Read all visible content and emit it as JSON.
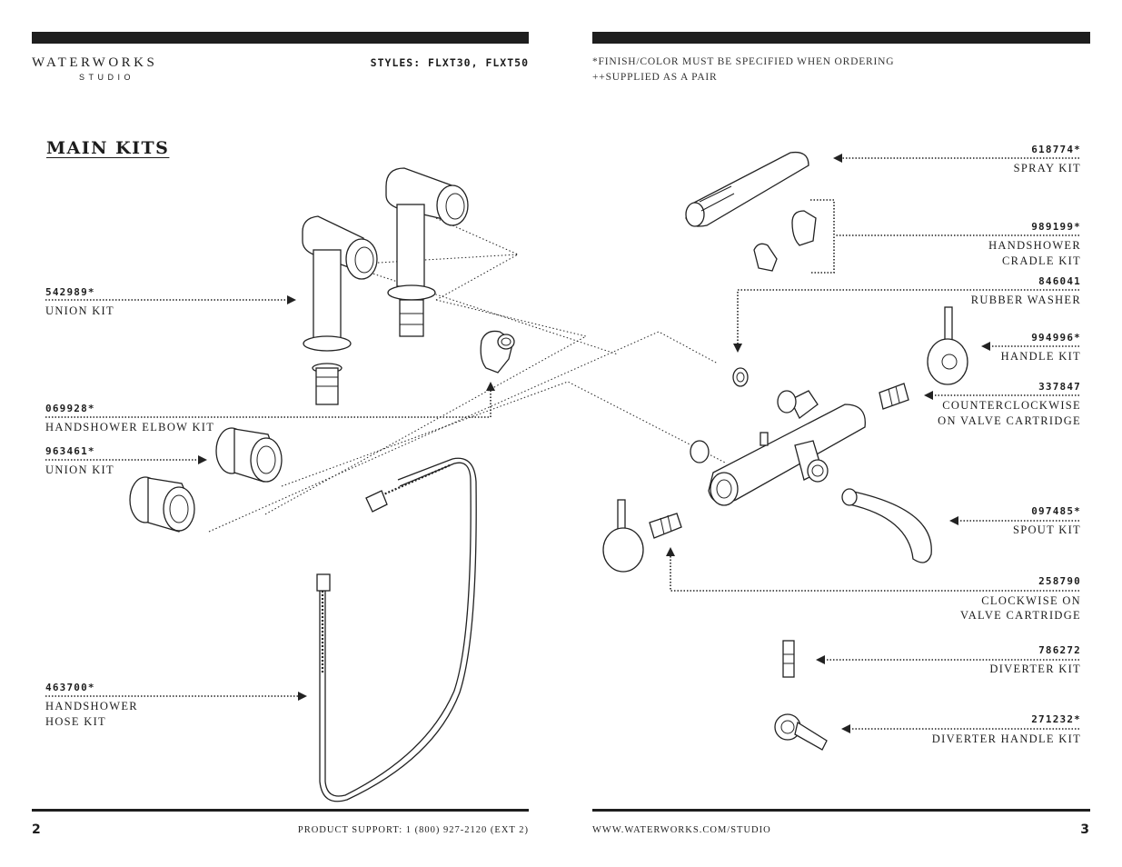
{
  "header": {
    "brand_name": "WATERWORKS",
    "brand_sub": "STUDIO",
    "styles": "STYLES: FLXT30, FLXT50",
    "notes": [
      "*FINISH/COLOR MUST BE SPECIFIED WHEN ORDERING",
      "++SUPPLIED AS A PAIR"
    ]
  },
  "section_title": "MAIN KITS",
  "left_parts": [
    {
      "code": "542989*",
      "label": [
        "UNION KIT"
      ]
    },
    {
      "code": "069928*",
      "label": [
        "HANDSHOWER ELBOW KIT"
      ]
    },
    {
      "code": "963461*",
      "label": [
        "UNION KIT"
      ]
    },
    {
      "code": "463700*",
      "label": [
        "HANDSHOWER",
        "HOSE KIT"
      ]
    }
  ],
  "right_parts": [
    {
      "code": "618774*",
      "label": [
        "SPRAY KIT"
      ]
    },
    {
      "code": "989199*",
      "label": [
        "HANDSHOWER",
        "CRADLE KIT"
      ]
    },
    {
      "code": "846041",
      "label": [
        "RUBBER WASHER"
      ]
    },
    {
      "code": "994996*",
      "label": [
        "HANDLE KIT"
      ]
    },
    {
      "code": "337847",
      "label": [
        "COUNTERCLOCKWISE",
        "ON VALVE CARTRIDGE"
      ]
    },
    {
      "code": "097485*",
      "label": [
        "SPOUT KIT"
      ]
    },
    {
      "code": "258790",
      "label": [
        "CLOCKWISE ON",
        "VALVE CARTRIDGE"
      ]
    },
    {
      "code": "786272",
      "label": [
        "DIVERTER KIT"
      ]
    },
    {
      "code": "271232*",
      "label": [
        "DIVERTER HANDLE KIT"
      ]
    }
  ],
  "footer": {
    "left_page_number": "2",
    "support": "PRODUCT SUPPORT: 1 (800) 927-2120 (EXT 2)",
    "website": "WWW.WATERWORKS.COM/STUDIO",
    "right_page_number": "3"
  },
  "icons": [
    "exploded-parts-diagram"
  ]
}
